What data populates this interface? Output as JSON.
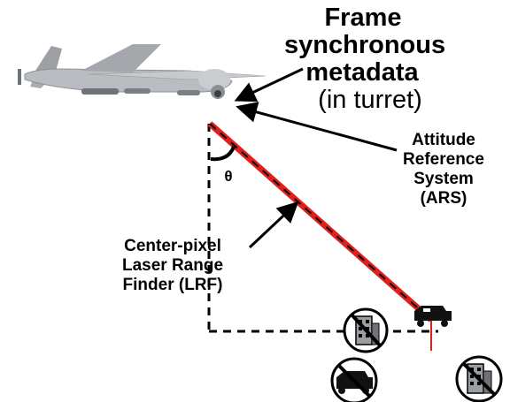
{
  "labels": {
    "metadata_line1": "Frame",
    "metadata_line2": "synchronous",
    "metadata_line3": "metadata",
    "metadata_line4": "(in turret)",
    "ars_line1": "Attitude",
    "ars_line2": "Reference",
    "ars_line3": "System",
    "ars_line4": "(ARS)",
    "lrf_line1": "Center-pixel",
    "lrf_line2": "Laser Range",
    "lrf_line3": "Finder (LRF)",
    "angle_symbol": "θ"
  },
  "icons": [
    "drone-icon",
    "truck-icon",
    "building-crossed-icon",
    "truck-crossed-icon"
  ],
  "colors": {
    "laser": "#e0201c",
    "line": "#000000",
    "drone_body": "#b9bcc0"
  }
}
